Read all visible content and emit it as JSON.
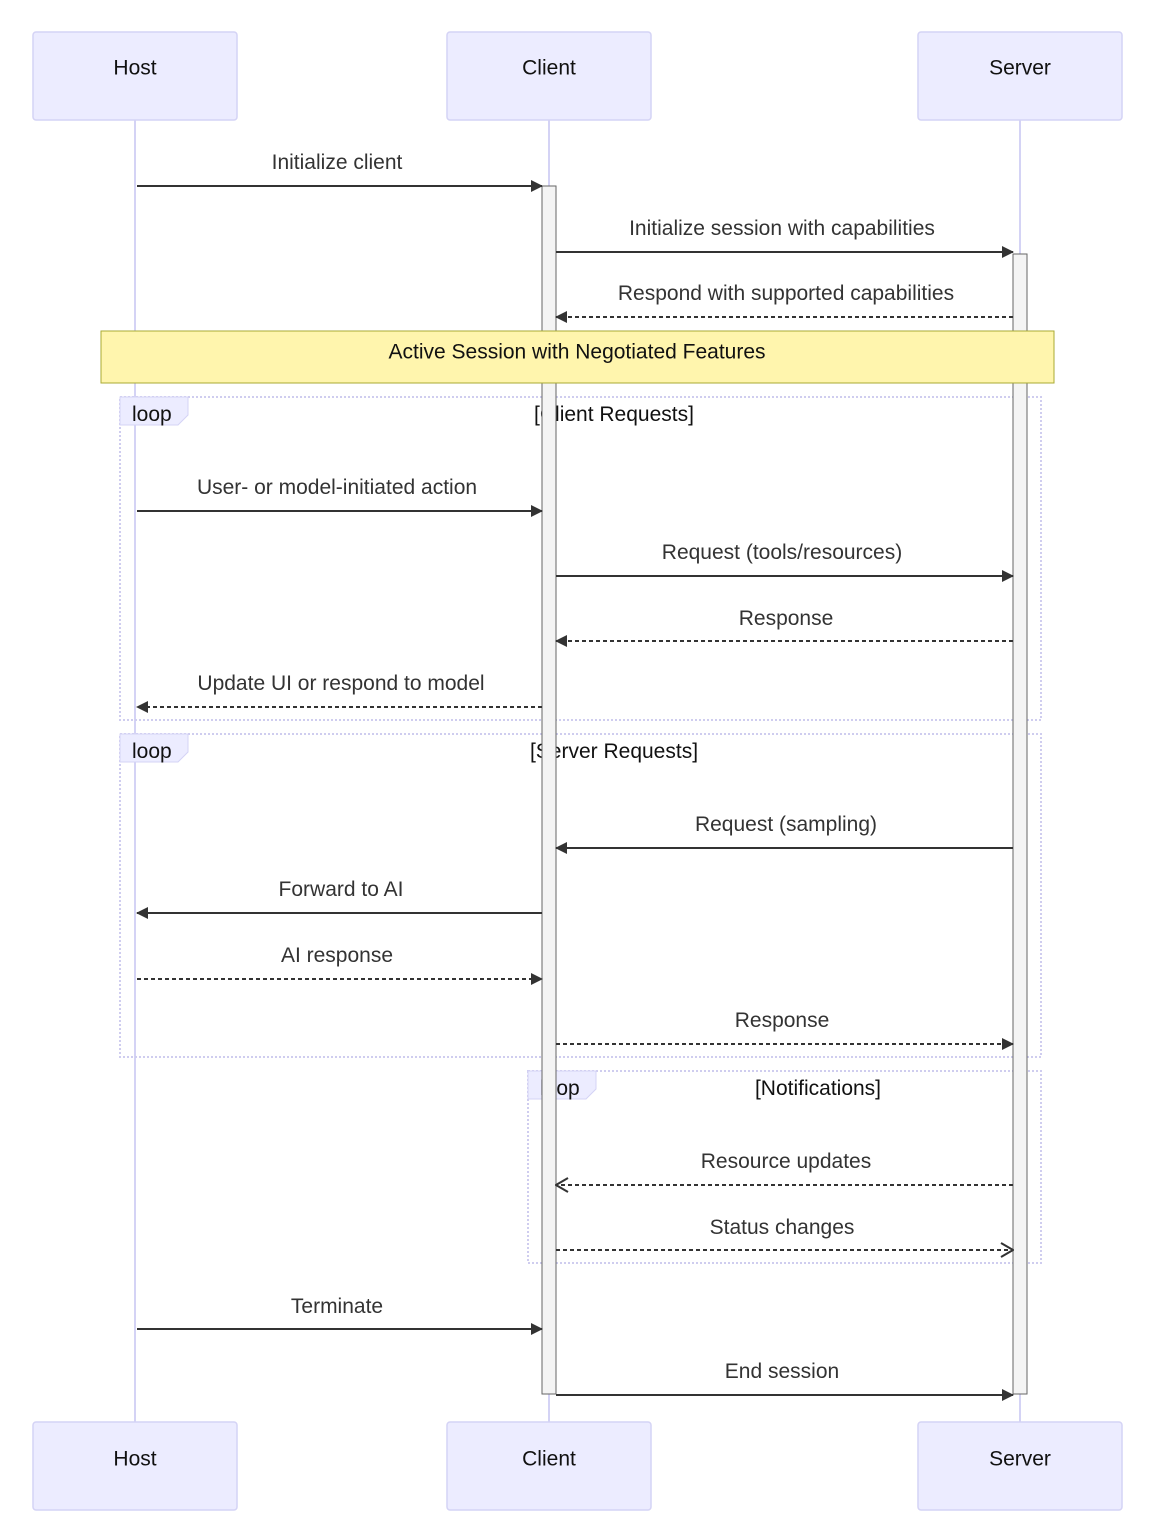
{
  "actors": {
    "host": "Host",
    "client": "Client",
    "server": "Server"
  },
  "messages": [
    {
      "id": "m1",
      "label": "Initialize client",
      "from": "host",
      "to": "client",
      "style": "solid",
      "head": "filled"
    },
    {
      "id": "m2",
      "label": "Initialize session with capabilities",
      "from": "client",
      "to": "server",
      "style": "solid",
      "head": "filled"
    },
    {
      "id": "m3",
      "label": "Respond with supported capabilities",
      "from": "server",
      "to": "client",
      "style": "dashed",
      "head": "filled"
    },
    {
      "id": "m4",
      "label": "User- or model-initiated action",
      "from": "host",
      "to": "client",
      "style": "solid",
      "head": "filled"
    },
    {
      "id": "m5",
      "label": "Request (tools/resources)",
      "from": "client",
      "to": "server",
      "style": "solid",
      "head": "filled"
    },
    {
      "id": "m6",
      "label": "Response",
      "from": "server",
      "to": "client",
      "style": "dashed",
      "head": "filled"
    },
    {
      "id": "m7",
      "label": "Update UI or respond to model",
      "from": "client",
      "to": "host",
      "style": "dashed",
      "head": "filled"
    },
    {
      "id": "m8",
      "label": "Request (sampling)",
      "from": "server",
      "to": "client",
      "style": "solid",
      "head": "filled"
    },
    {
      "id": "m9",
      "label": "Forward to AI",
      "from": "client",
      "to": "host",
      "style": "solid",
      "head": "filled"
    },
    {
      "id": "m10",
      "label": "AI response",
      "from": "host",
      "to": "client",
      "style": "dashed",
      "head": "filled"
    },
    {
      "id": "m11",
      "label": "Response",
      "from": "client",
      "to": "server",
      "style": "dashed",
      "head": "filled"
    },
    {
      "id": "m12",
      "label": "Resource updates",
      "from": "server",
      "to": "client",
      "style": "dashed",
      "head": "open"
    },
    {
      "id": "m13",
      "label": "Status changes",
      "from": "client",
      "to": "server",
      "style": "dashed",
      "head": "open"
    },
    {
      "id": "m14",
      "label": "Terminate",
      "from": "host",
      "to": "client",
      "style": "solid",
      "head": "filled"
    },
    {
      "id": "m15",
      "label": "End session",
      "from": "client",
      "to": "server",
      "style": "solid",
      "head": "filled"
    }
  ],
  "note": {
    "text": "Active Session with Negotiated Features"
  },
  "loops": [
    {
      "label": "loop",
      "condition": "[Client Requests]"
    },
    {
      "label": "loop",
      "condition": "[Server Requests]"
    },
    {
      "label": "loop",
      "condition": "[Notifications]"
    }
  ],
  "colors": {
    "actor_fill": "#ECECFF",
    "actor_stroke": "#D4D3F5",
    "note_fill": "#FFF5AD",
    "note_stroke": "#AAAA33",
    "line": "#333333"
  }
}
